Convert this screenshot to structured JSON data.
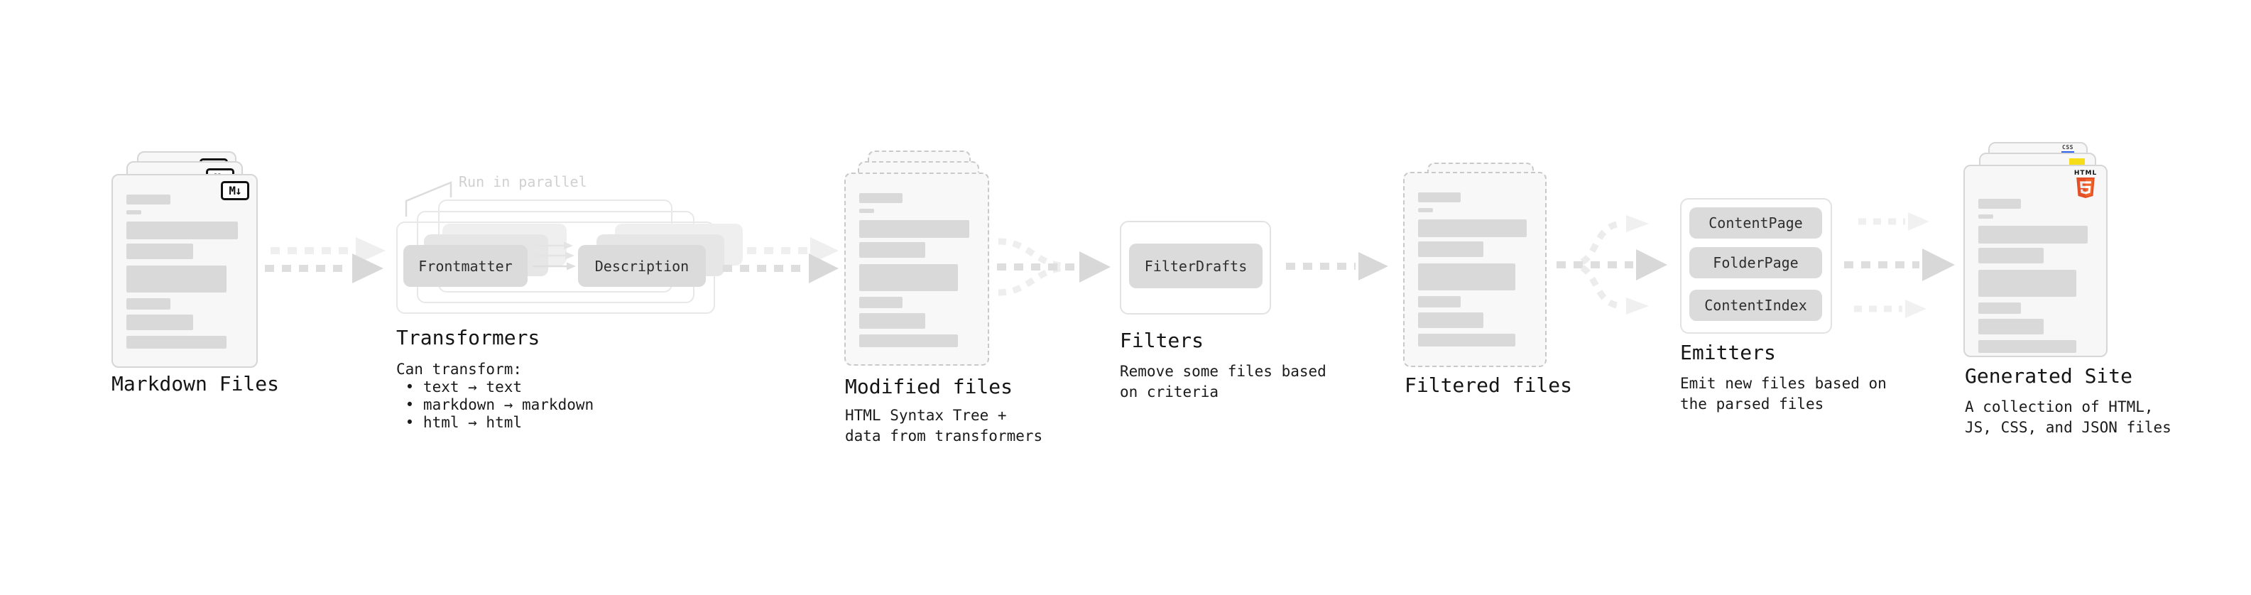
{
  "colors": {
    "html5_shield": "#e34f26",
    "html5_shield_light": "#f16529",
    "js_badge_yellow": "#f5de19",
    "css_badge_blue": "#2b62e9"
  },
  "stages": {
    "markdown_files": {
      "label": "Markdown Files",
      "file_badge": "M↓"
    },
    "transformers": {
      "label": "Transformers",
      "annotation": "Run in parallel",
      "pill_left": "Frontmatter",
      "pill_right": "Description",
      "description": "Can transform:\n • text → text\n • markdown → markdown\n • html → html"
    },
    "modified_files": {
      "label": "Modified files",
      "description": "HTML Syntax Tree +\ndata from transformers"
    },
    "filters": {
      "label": "Filters",
      "pill": "FilterDrafts",
      "description": "Remove some files based\non criteria"
    },
    "filtered_files": {
      "label": "Filtered files"
    },
    "emitters": {
      "label": "Emitters",
      "pills": [
        "ContentPage",
        "FolderPage",
        "ContentIndex"
      ],
      "description": "Emit new files based on\nthe parsed files"
    },
    "generated_site": {
      "label": "Generated Site",
      "html_badge": "HTML",
      "css_badge": "CSS",
      "description": "A collection of HTML,\nJS, CSS, and JSON files"
    }
  }
}
